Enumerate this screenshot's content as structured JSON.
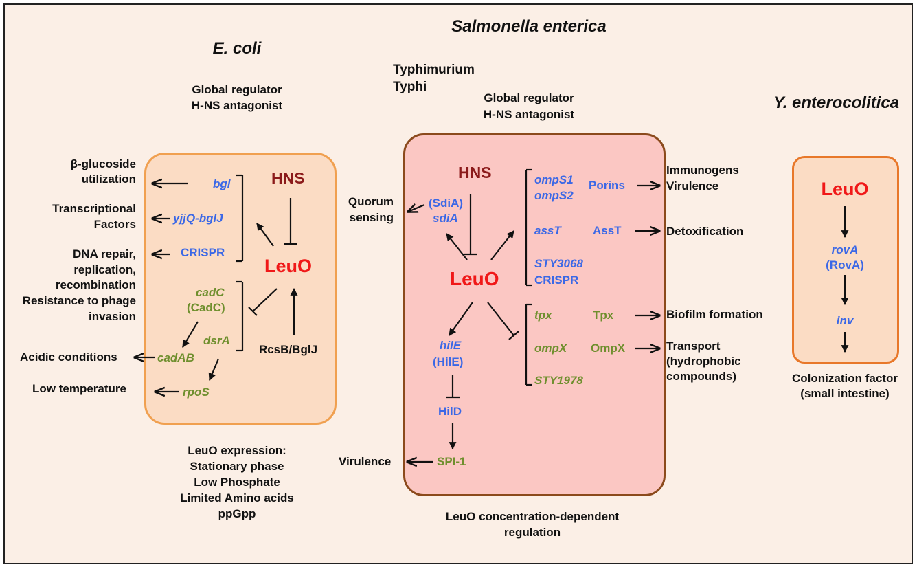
{
  "titles": {
    "salmonella": "Salmonella enterica",
    "ecoli": "E. coli",
    "yersinia": "Y. enterocolitica"
  },
  "ecoli": {
    "role_line1": "Global regulator",
    "role_line2": "H-NS antagonist",
    "hns": "HNS",
    "leuo": "LeuO",
    "genes": {
      "bgl": "bgl",
      "yjjq": "yjjQ-bglJ",
      "crispr": "CRISPR",
      "cadc": "cadC",
      "cadc_protein": "(CadC)",
      "dsra": "dsrA",
      "cadab": "cadAB",
      "rpos": "rpoS",
      "rcsb": "RcsB/BglJ"
    },
    "outputs": {
      "bglucoside_1": "β-glucoside",
      "bglucoside_2": "utilization",
      "tf_1": "Transcriptional",
      "tf_2": "Factors",
      "dna_1": "DNA repair,",
      "dna_2": "replication,",
      "dna_3": "recombination",
      "phage_1": "Resistance to phage",
      "phage_2": "invasion",
      "acidic": "Acidic conditions",
      "lowtemp": "Low temperature"
    },
    "expression": [
      "LeuO expression:",
      "Stationary phase",
      "Low Phosphate",
      "Limited Amino acids",
      "ppGpp"
    ]
  },
  "salmonella": {
    "serovar1": "Typhimurium",
    "serovar2": "Typhi",
    "role_line1": "Global regulator",
    "role_line2": "H-NS antagonist",
    "hns": "HNS",
    "leuo": "LeuO",
    "genes": {
      "sdia_protein": "(SdiA)",
      "sdia": "sdiA",
      "omps1": "ompS1",
      "omps2": "ompS2",
      "porins": "Porins",
      "asst_gene": "assT",
      "asst_protein": "AssT",
      "sty3068": "STY3068",
      "crispr": "CRISPR",
      "tpx_gene": "tpx",
      "tpx_protein": "Tpx",
      "ompx_gene": "ompX",
      "ompx_protein": "OmpX",
      "sty1978": "STY1978",
      "hile": "hilE",
      "hile_protein": "(HilE)",
      "hild": "HilD",
      "spi1": "SPI-1"
    },
    "outputs": {
      "quorum_1": "Quorum",
      "quorum_2": "sensing",
      "immuno_1": "Immunogens",
      "immuno_2": "Virulence",
      "detox": "Detoxification",
      "biofilm": "Biofilm formation",
      "transport_1": "Transport",
      "transport_2": "(hydrophobic",
      "transport_3": "compounds)",
      "virulence": "Virulence"
    },
    "concentration_1": "LeuO concentration-dependent",
    "concentration_2": "regulation"
  },
  "yersinia": {
    "leuo": "LeuO",
    "rova": "rovA",
    "rova_protein": "(RovA)",
    "inv": "inv",
    "colonization_1": "Colonization factor",
    "colonization_2": "(small intestine)"
  },
  "colors": {
    "background": "#fbefe6",
    "box_ecoli_fill": "#fbdcc4",
    "box_ecoli_border": "#f0a050",
    "box_salmonella_fill": "#fbc7c3",
    "box_salmonella_border": "#8b4a1c",
    "gene_blue": "#3b68e6",
    "gene_green": "#6f8f2e",
    "leuo_red": "#f01818",
    "hns_dark": "#8b1a1a"
  }
}
